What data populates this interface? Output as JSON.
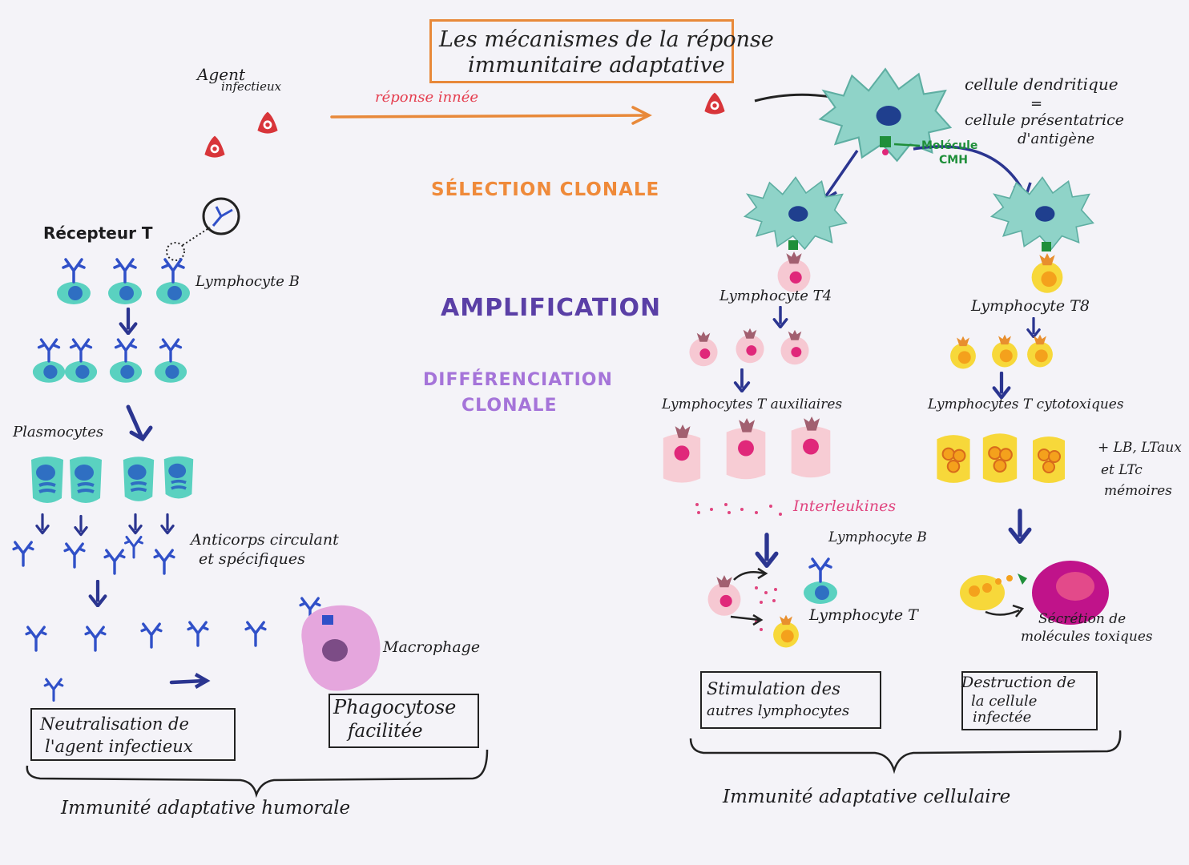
{
  "title": {
    "line1": "Les mécanismes de la réponse",
    "line2": "immunitaire adaptative"
  },
  "top": {
    "agent_l1": "Agent",
    "agent_l2": "infectieux",
    "innate_response": "réponse innée"
  },
  "stages": {
    "selection": "SÉLECTION CLONALE",
    "amplification": "AMPLIFICATION",
    "differentiation_l1": "DIFFÉRENCIATION",
    "differentiation_l2": "CLONALE"
  },
  "dendritic": {
    "name": "cellule dendritique",
    "equals": "=",
    "apc_l1": "cellule présentatrice",
    "apc_l2": "d'antigène",
    "mhc_l1": "Molécule",
    "mhc_l2": "CMH"
  },
  "humoral": {
    "t_receptor": "Récepteur T",
    "b_lymphocyte": "Lymphocyte B",
    "plasmocytes": "Plasmocytes",
    "antibodies_l1": "Anticorps circulant",
    "antibodies_l2": "et spécifiques",
    "macrophage": "Macrophage",
    "neutralisation_l1": "Neutralisation de",
    "neutralisation_l2": "l'agent infectieux",
    "phagocytosis_l1": "Phagocytose",
    "phagocytosis_l2": "facilitée",
    "bottom": "Immunité adaptative humorale"
  },
  "cellular": {
    "t4": "Lymphocyte T4",
    "t8": "Lymphocyte T8",
    "helper": "Lymphocytes T auxiliaires",
    "cytotoxic": "Lymphocytes T cytotoxiques",
    "memory_l1": "+ LB, LTaux",
    "memory_l2": "et LTc",
    "memory_l3": "mémoires",
    "interleukins": "Interleukines",
    "b_lymphocyte": "Lymphocyte B",
    "t_lymphocyte": "Lymphocyte T",
    "secretion_l1": "Sécrétion de",
    "secretion_l2": "molécules toxiques",
    "stimulation_l1": "Stimulation des",
    "stimulation_l2": "autres lymphocytes",
    "destruction_l1": "Destruction de",
    "destruction_l2": "la cellule",
    "destruction_l3": "infectée",
    "bottom": "Immunité adaptative cellulaire"
  },
  "colors": {
    "title_border": "#e8893a",
    "innate_arrow": "#e8893a",
    "innate_text": "#e53e4f",
    "selection": "#ef8a3a",
    "amplification": "#5a3fa6",
    "differentiation": "#a574d9",
    "interleukins": "#e0457f",
    "mhc": "#1f8f3a",
    "arrows": "#2b3590",
    "antibody": "#3050c8"
  }
}
